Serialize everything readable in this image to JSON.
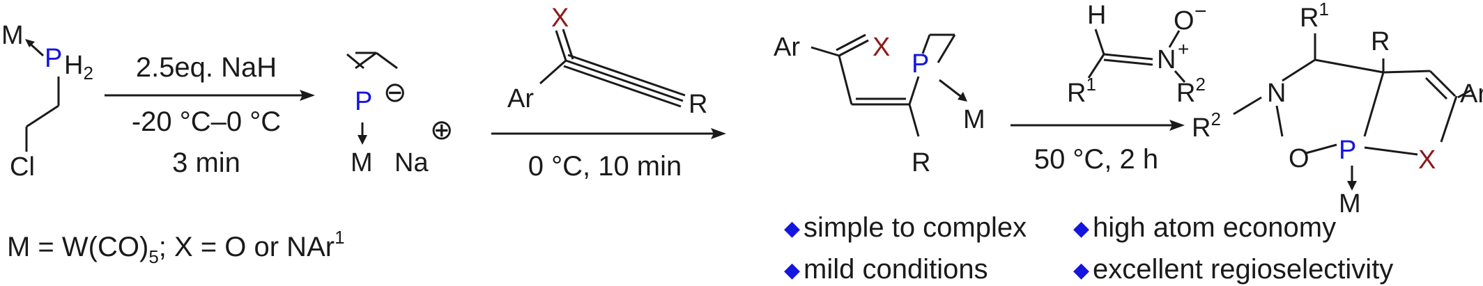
{
  "colors": {
    "ink": "#1a1a1a",
    "phosphorus": "#1515e0",
    "hetero": "#8b1a1a",
    "bullet": "#1515e0"
  },
  "atoms": {
    "M": "M",
    "P": "P",
    "X": "X",
    "Ar": "Ar",
    "R": "R",
    "R1": "R",
    "R2": "R",
    "N": "N",
    "O": "O",
    "H": "H",
    "Na": "Na",
    "Cl": "Cl",
    "H2": "H",
    "sup1": "1",
    "sup2": "2",
    "sub2": "2",
    "plus": "+",
    "minus": "−",
    "circle_minus": "⊖",
    "circle_plus": "⊕"
  },
  "step1": {
    "reagent": "2.5eq. NaH",
    "temperature": "-20 °C–0 °C",
    "time": "3 min"
  },
  "step2": {
    "conditions": "0 °C, 10 min"
  },
  "step3": {
    "conditions": "50 °C, 2 h"
  },
  "legend": {
    "prefix": "M = W(CO)",
    "sub": "5",
    "middle": "; X = O or NAr",
    "sup": "1"
  },
  "features": {
    "bullet_glyph": "◆",
    "items": [
      "simple to complex",
      "high atom economy",
      "mild conditions",
      "excellent regioselectivity"
    ]
  }
}
